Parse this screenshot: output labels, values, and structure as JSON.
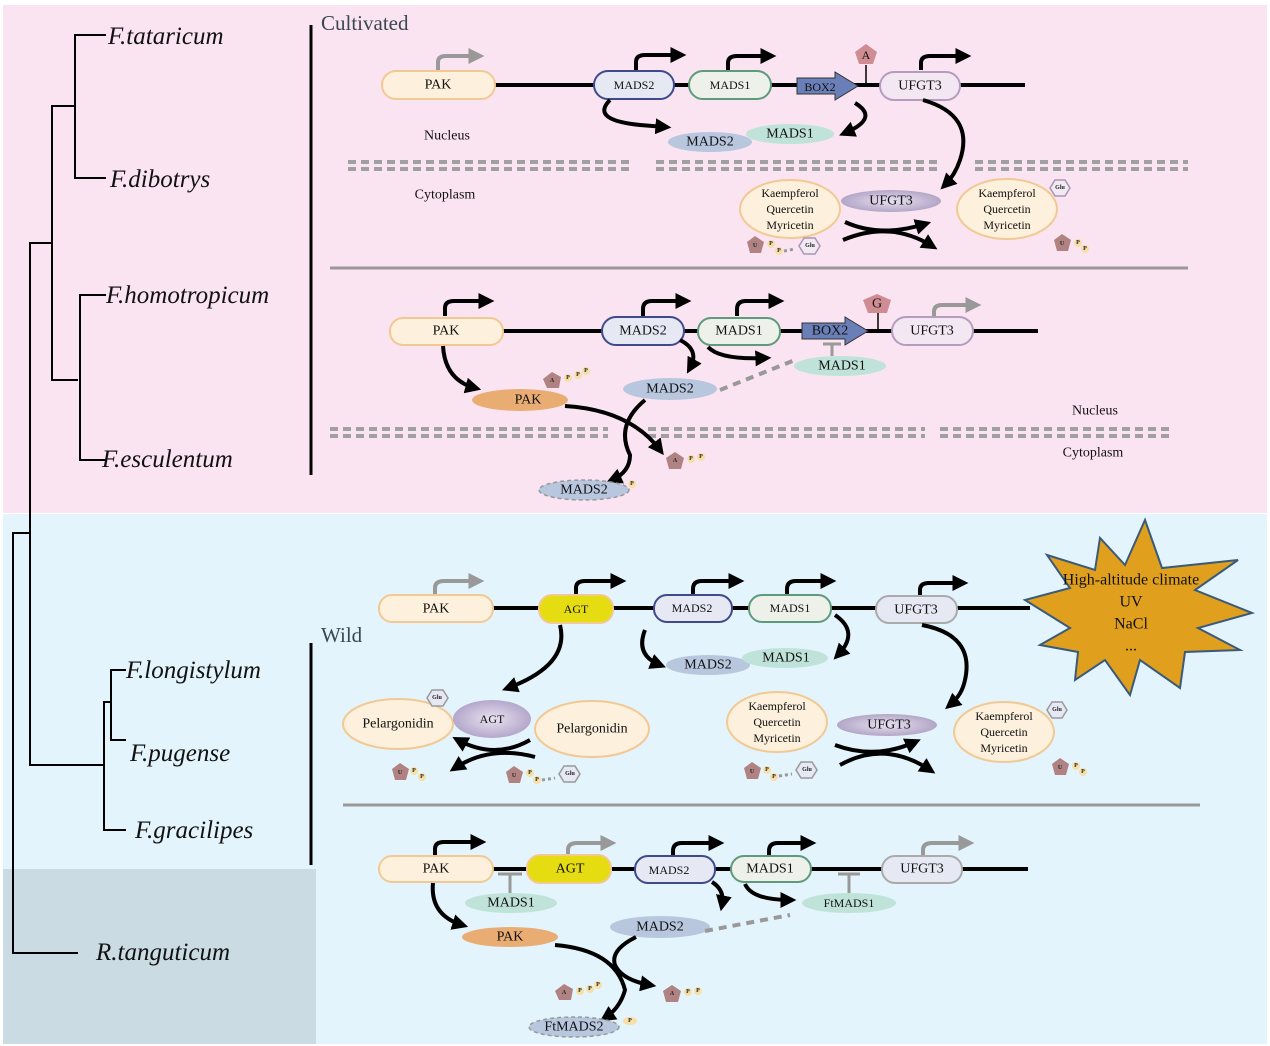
{
  "colors": {
    "cultivated_bg": "#fbe4f1",
    "wild_bg": "#e3f4fc",
    "outgroup_bg": "#cbdbe3",
    "pak_fill": "#fdf0dc",
    "pak_stroke": "#f2c994",
    "mads2_fill": "#e6e8f3",
    "mads2_stroke": "#3e4a8a",
    "mads1_fill": "#eef1ea",
    "mads1_stroke": "#5e9a7c",
    "ufgt3_fill": "#f3e7f1",
    "ufgt3_stroke": "#b79bbf",
    "agt_fill": "#e6dc12",
    "box2_fill": "#6a7fb7",
    "stress_fill": "#e0a01e",
    "stress_stroke": "#3a5a7a"
  },
  "phylogeny": {
    "species": [
      "F.tataricum",
      "F.dibotrys",
      "F.homotropicum",
      "F.esculentum",
      "F.longistylum",
      "F.pugense",
      "F.gracilipes",
      "R.tanguticum"
    ]
  },
  "groups": {
    "cultivated": "Cultivated",
    "wild": "Wild"
  },
  "panel1": {
    "genes": [
      "PAK",
      "MADS2",
      "MADS1",
      "BOX2",
      "UFGT3"
    ],
    "modification": "A",
    "proteins": [
      "MADS2",
      "MADS1",
      "UFGT3"
    ],
    "compartments": {
      "nucleus": "Nucleus",
      "cytoplasm": "Cytoplasm"
    },
    "substrates": [
      "Kaempferol",
      "Quercetin",
      "Myricetin"
    ],
    "products": [
      "Kaempferol",
      "Quercetin",
      "Myricetin"
    ],
    "sugar": "Glu",
    "udp": {
      "u": "U",
      "p": "P"
    }
  },
  "panel2": {
    "genes": [
      "PAK",
      "MADS2",
      "MADS1",
      "BOX2",
      "UFGT3"
    ],
    "modification": "G",
    "proteins": [
      "PAK",
      "MADS2",
      "MADS1",
      "MADS2"
    ],
    "compartments": {
      "nucleus": "Nucleus",
      "cytoplasm": "Cytoplasm"
    },
    "atp": {
      "a": "A",
      "p": "P"
    }
  },
  "panel3": {
    "genes": [
      "PAK",
      "AGT",
      "MADS2",
      "MADS1",
      "UFGT3"
    ],
    "proteins": [
      "AGT",
      "MADS2",
      "MADS1",
      "UFGT3"
    ],
    "pelargonidin": "Pelargonidin",
    "substrates": [
      "Kaempferol",
      "Quercetin",
      "Myricetin"
    ],
    "products": [
      "Kaempferol",
      "Quercetin",
      "Myricetin"
    ],
    "sugar": "Glu",
    "stress": [
      "High-altitude climate",
      "UV",
      "NaCl",
      "..."
    ]
  },
  "panel4": {
    "genes": [
      "PAK",
      "AGT",
      "MADS2",
      "MADS1",
      "UFGT3"
    ],
    "proteins": [
      "MADS1",
      "PAK",
      "MADS2",
      "FtMADS1",
      "FtMADS2"
    ]
  }
}
